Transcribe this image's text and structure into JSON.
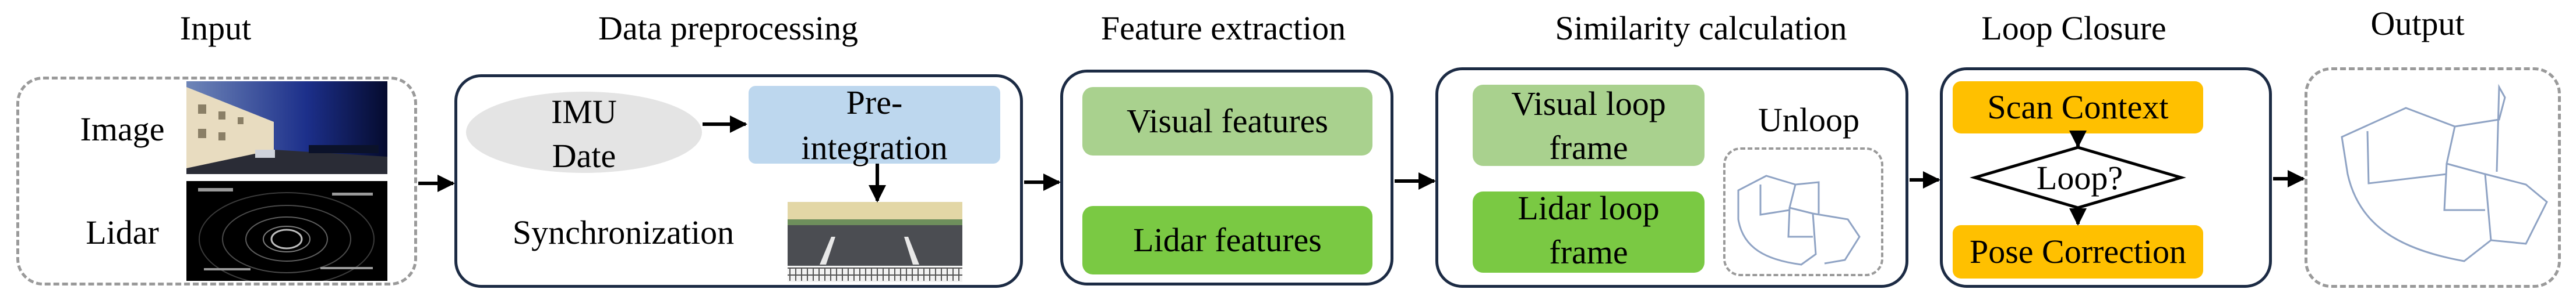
{
  "titles": {
    "input": "Input",
    "preprocessing": "Data preprocessing",
    "feature": "Feature extraction",
    "similarity": "Similarity calculation",
    "loop_closure": "Loop Closure",
    "output": "Output"
  },
  "input": {
    "image_label": "Image",
    "lidar_label": "Lidar"
  },
  "preprocessing": {
    "imu_line1": "IMU",
    "imu_line2": "Date",
    "preintegration_line1": "Pre-",
    "preintegration_line2": "integration",
    "synchronization": "Synchronization"
  },
  "feature": {
    "visual": "Visual features",
    "lidar": "Lidar features"
  },
  "similarity": {
    "visual_line1": "Visual loop",
    "visual_line2": "frame",
    "lidar_line1": "Lidar loop",
    "lidar_line2": "frame",
    "unloop": "Unloop"
  },
  "loop_closure": {
    "scan_context": "Scan Context",
    "decision": "Loop?",
    "pose_correction": "Pose Correction"
  },
  "colors": {
    "frame": "#1c2b44",
    "dashed": "#9a9a9a",
    "light_green": "#a9d18e",
    "green": "#7ac943",
    "light_blue": "#bdd7ee",
    "orange": "#ffc000",
    "ellipse_gray": "#e4e4e4",
    "trajectory": "#8fa3c4"
  }
}
